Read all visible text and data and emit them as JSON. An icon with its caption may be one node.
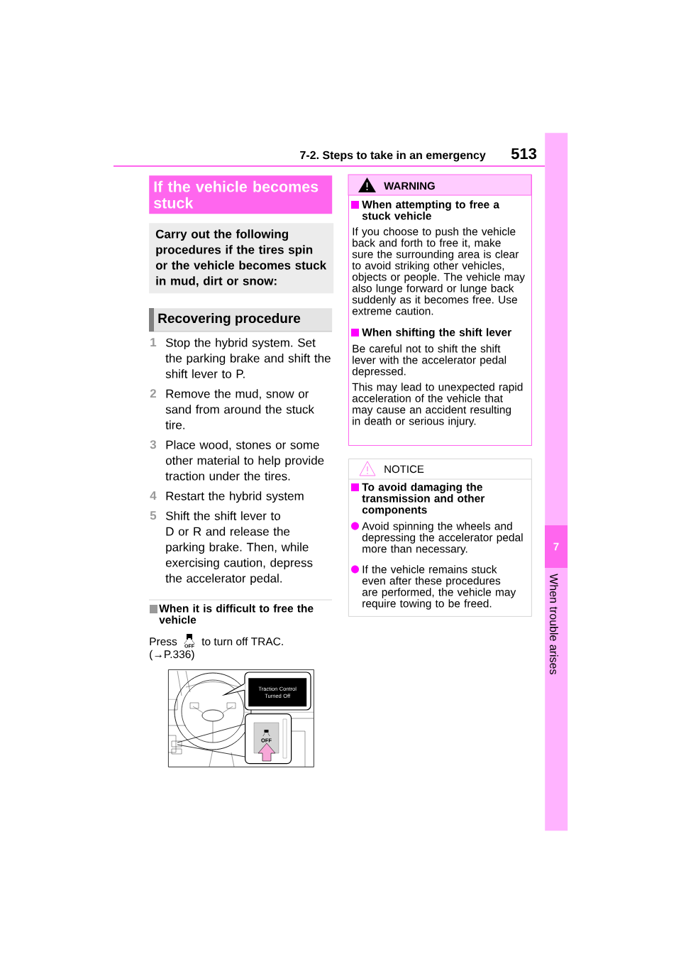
{
  "diagram": {
    "nodes": [
      {
        "text": [
          "If the vehicle becomes stuck"
        ]
      },
      {
        "text": [
          "Carry out the following procedures if the tires spin or the vehicle becomes stuck in mud, dirt or snow:"
        ]
      },
      {
        "text": [
          "Recovering procedure"
        ]
      },
      {
        "text": [
          "WARNING",
          "When attempting to free a stuck vehicle",
          "If you choose to push the vehicle back and forth to free it, make sure the surrounding area is clear to avoid striking other vehicles, objects or people. The vehicle may also lunge forward or lunge back suddenly as it becomes free. Use extreme caution.",
          "When shifting the shift lever",
          "Be careful not to shift the shift lever with the accelerator pedal depressed.",
          "This may lead to unexpected rapid acceleration of the vehicle that may cause an accident resulting in death or serious injury."
        ]
      },
      {
        "text": [
          "NOTICE",
          "To avoid damaging the transmission and other components",
          "Avoid spinning the wheels and depressing the accelerator pedal more than necessary.",
          "If the vehicle remains stuck even after these procedures are performed, the vehicle may require towing to be freed."
        ]
      },
      {
        "text": [
          "7",
          "When trouble arises"
        ]
      },
      {
        "text": [],
        "shape": "picture"
      },
      {
        "text": [
          "Traction Control Turned Off"
        ],
        "in": 6
      },
      {
        "text": [
          "OFF"
        ],
        "in": 6
      }
    ],
    "labels": [
      "7-2. Steps to take in an emergency",
      "513",
      "1",
      "Stop the hybrid system. Set the parking brake and shift the shift lever to P.",
      "2",
      "Remove the mud, snow or sand from around the stuck tire.",
      "3",
      "Place wood, stones or some other material to help provide traction under the tires.",
      "4",
      "Restart the hybrid system",
      "5",
      "Shift the shift lever to D or R and release the parking brake. Then, while exercising caution, depress the accelerator pedal.",
      "When it is difficult to free the vehicle",
      "Press",
      "OFF",
      "to turn off TRAC.",
      "(→P.336)"
    ]
  }
}
